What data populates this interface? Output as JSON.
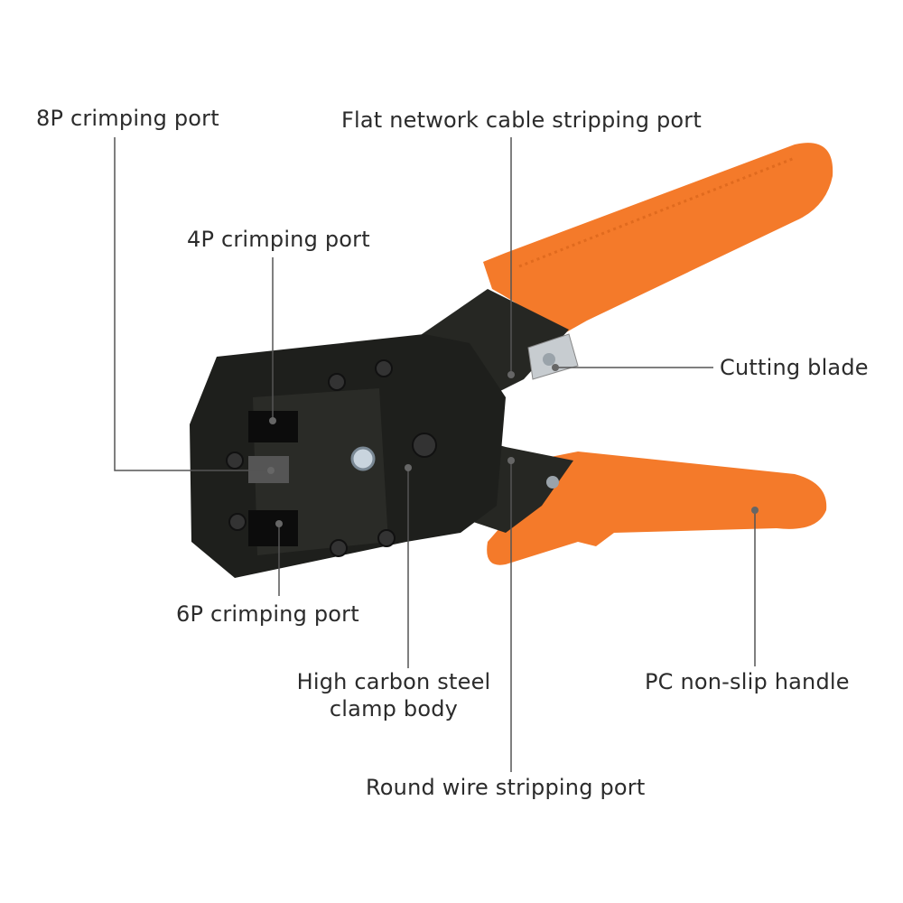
{
  "labels": {
    "p8": "8P crimping port",
    "flat": "Flat network cable stripping port",
    "p4": "4P crimping port",
    "blade": "Cutting blade",
    "p6": "6P crimping port",
    "body_line1": "High carbon steel",
    "body_line2": "clamp body",
    "handle": "PC non-slip handle",
    "round": "Round wire stripping port"
  },
  "colors": {
    "handle": "#f47a2a",
    "body": "#1e1f1c",
    "line": "#555555"
  }
}
